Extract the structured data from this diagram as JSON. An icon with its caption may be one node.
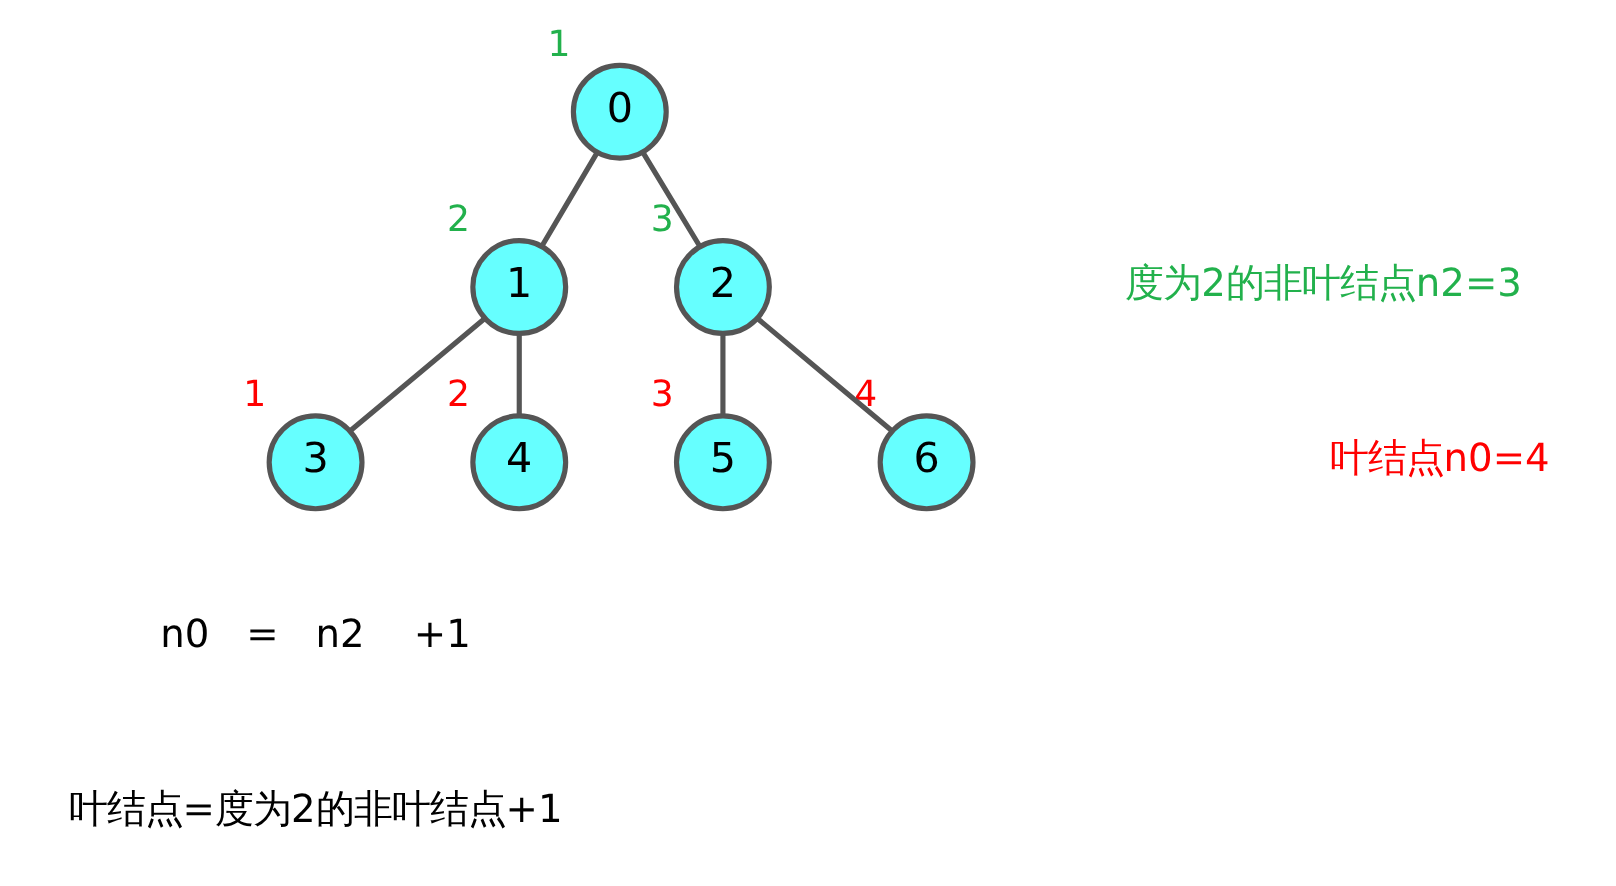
{
  "diagram": {
    "nodes": [
      {
        "text": [
          "0"
        ],
        "beside": [
          "1"
        ]
      },
      {
        "text": [
          "1"
        ],
        "beside": [
          "2"
        ]
      },
      {
        "text": [
          "2"
        ],
        "beside": [
          "3"
        ]
      },
      {
        "text": [
          "3"
        ],
        "beside": [
          "1"
        ]
      },
      {
        "text": [
          "4"
        ],
        "beside": [
          "2"
        ]
      },
      {
        "text": [
          "5"
        ],
        "beside": [
          "3"
        ]
      },
      {
        "text": [
          "6"
        ],
        "beside": [
          "4"
        ]
      }
    ],
    "edges": [
      {
        "from": 0,
        "to": 1,
        "arrow": "none"
      },
      {
        "from": 0,
        "to": 2,
        "arrow": "none"
      },
      {
        "from": 1,
        "to": 3,
        "arrow": "none"
      },
      {
        "from": 1,
        "to": 4,
        "arrow": "none"
      },
      {
        "from": 2,
        "to": 5,
        "arrow": "none"
      },
      {
        "from": 2,
        "to": 6,
        "arrow": "none"
      }
    ],
    "labels": [
      "度为2的非叶结点n2=3",
      "叶结点n0=4",
      "n0   =   n2    +1",
      "叶结点=度为2的非叶结点+1"
    ]
  }
}
